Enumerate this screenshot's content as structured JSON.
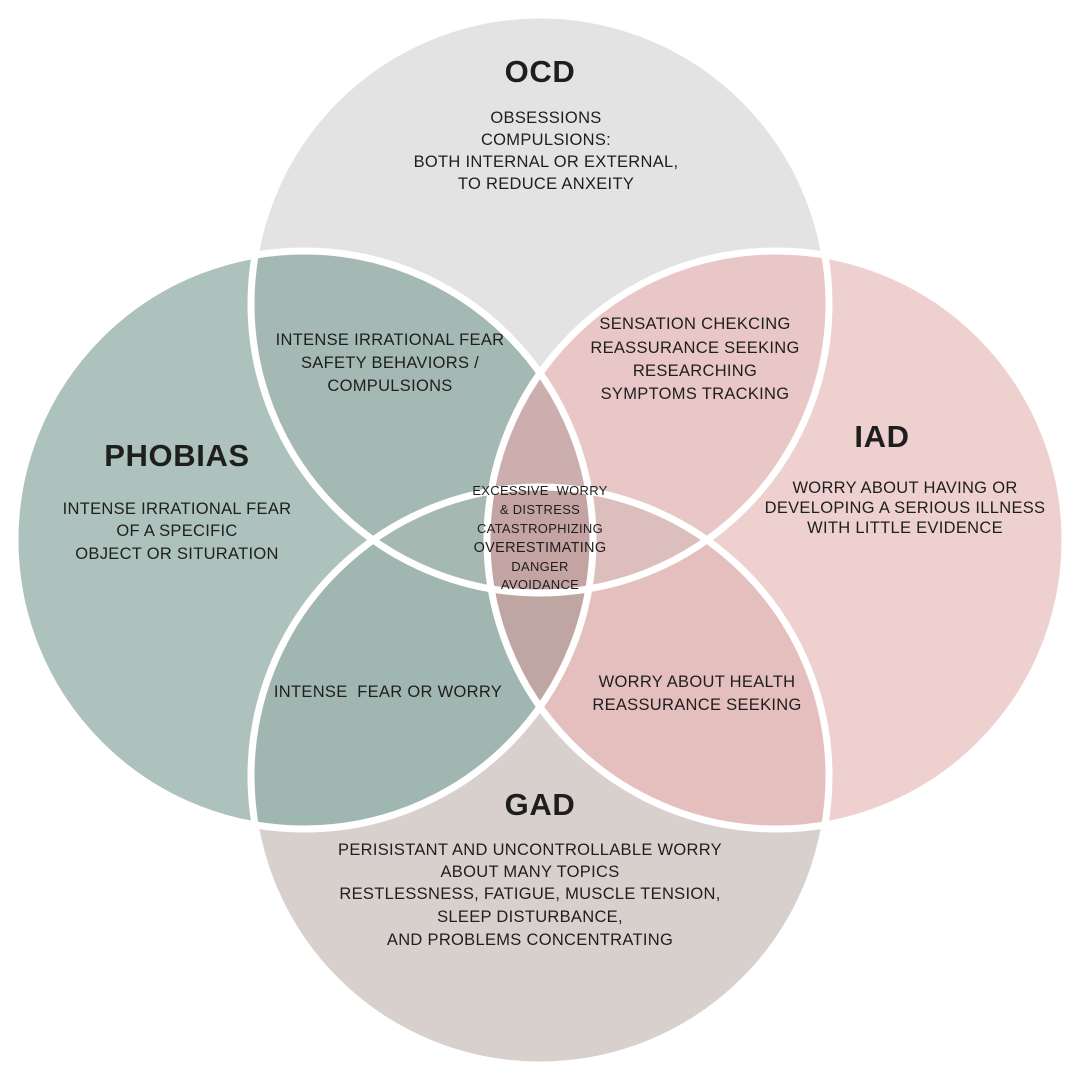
{
  "colors": {
    "background": "#ffffff",
    "ocd_circle": "#e4e3e3",
    "phobias_circle": "#adc2bc",
    "iad_circle": "#eed0cf",
    "gad_circle": "#d8d0cd",
    "ocd_phobias_overlap": "#a4b9b3",
    "ocd_iad_overlap": "#e9c7c6",
    "gad_phobias_overlap": "#a0b6b0",
    "gad_iad_overlap": "#e4bfbe",
    "ocd_phobias_iad_overlap": "#ccaeae",
    "gad_phobias_iad_overlap": "#bfa6a3",
    "ocd_gad_phobias_overlap": "#a6b8b2",
    "ocd_gad_iad_overlap": "#dcbebc",
    "center_overlap": "#c4a4a3",
    "circle_outline": "#ffffff",
    "text": "#1e1e1e"
  },
  "circles": {
    "ocd": {
      "title": "OCD",
      "lines": [
        "OBSESSIONS",
        "COMPULSIONS:",
        "BOTH INTERNAL OR EXTERNAL,",
        "TO REDUCE ANXEITY"
      ]
    },
    "phobias": {
      "title": "PHOBIAS",
      "lines": [
        "INTENSE IRRATIONAL FEAR",
        "OF A SPECIFIC",
        "OBJECT OR SITURATION"
      ]
    },
    "iad": {
      "title": "IAD",
      "lines": [
        "WORRY ABOUT HAVING OR",
        "DEVELOPING A SERIOUS ILLNESS",
        "WITH LITTLE EVIDENCE"
      ]
    },
    "gad": {
      "title": "GAD",
      "lines": [
        "PERISISTANT AND UNCONTROLLABLE WORRY",
        "ABOUT MANY TOPICS",
        "RESTLESSNESS, FATIGUE, MUSCLE TENSION,",
        "SLEEP DISTURBANCE,",
        "AND PROBLEMS CONCENTRATING"
      ]
    }
  },
  "overlaps": {
    "ocd_phobias": {
      "lines": [
        "INTENSE IRRATIONAL FEAR",
        "SAFETY BEHAVIORS /",
        "COMPULSIONS"
      ]
    },
    "ocd_iad": {
      "lines": [
        "SENSATION CHEKCING",
        "REASSURANCE SEEKING",
        "RESEARCHING",
        "SYMPTOMS TRACKING"
      ]
    },
    "gad_phobias": {
      "lines": [
        "INTENSE  FEAR OR WORRY"
      ]
    },
    "gad_iad": {
      "lines": [
        "WORRY ABOUT HEALTH",
        "REASSURANCE SEEKING"
      ]
    },
    "center": {
      "lines": [
        "EXCESSIVE  WORRY",
        "& DISTRESS",
        "CATASTROPHIZING",
        "OVERESTIMATING",
        "DANGER",
        "AVOIDANCE"
      ]
    }
  }
}
